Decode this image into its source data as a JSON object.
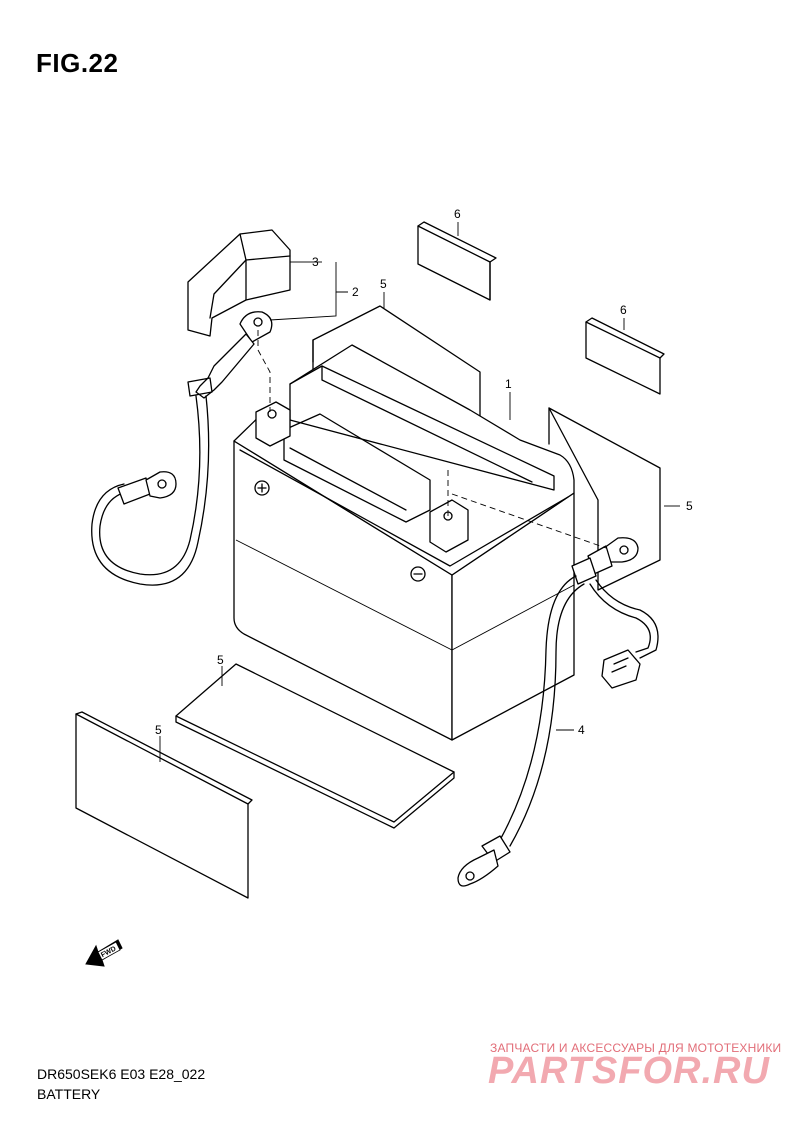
{
  "figure": {
    "title": "FIG.22",
    "model_code": "DR650SEK6 E03 E28_022",
    "section": "BATTERY"
  },
  "callouts": {
    "c1": "1",
    "c2": "2",
    "c3": "3",
    "c4": "4",
    "c5a": "5",
    "c5b": "5",
    "c5c": "5",
    "c5d": "5",
    "c6a": "6",
    "c6b": "6"
  },
  "fwd_mark": "FWD",
  "watermark": {
    "tagline": "ЗАПЧАСТИ И АКСЕССУАРЫ ДЛЯ МОТОТЕХНИКИ",
    "brand": "PARTSFOR.RU"
  }
}
